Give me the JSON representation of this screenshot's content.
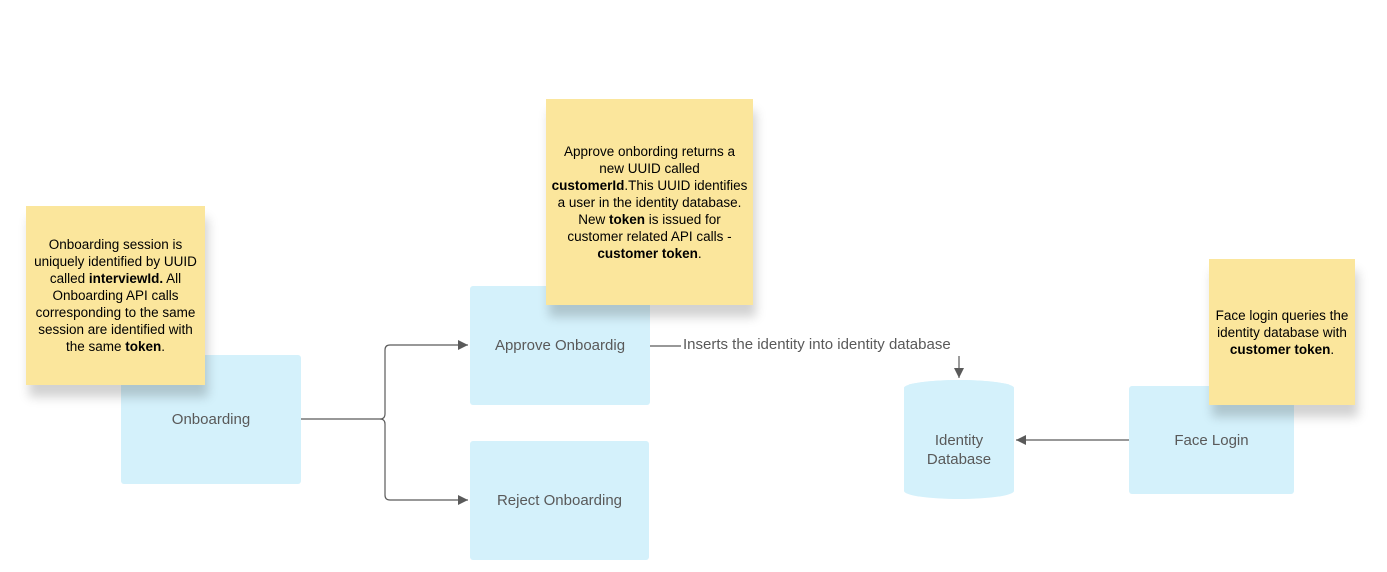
{
  "nodes": {
    "onboarding": "Onboarding",
    "approve": "Approve Onboardig",
    "reject": "Reject Onboarding",
    "database_line1": "Identity",
    "database_line2": "Database",
    "face_login": "Face Login"
  },
  "edge_label": "Inserts the identity into identity database",
  "notes": {
    "onboarding": [
      {
        "t": "Onboarding session is uniquely identified by UUID called "
      },
      {
        "t": "interviewId.",
        "b": true
      },
      {
        "t": " All Onboarding API calls corresponding to the same session are identified with the same "
      },
      {
        "t": "token",
        "b": true
      },
      {
        "t": "."
      }
    ],
    "approve": [
      {
        "t": "Approve onbording returns a new UUID called "
      },
      {
        "t": "customerId",
        "b": true
      },
      {
        "t": ".This UUID identifies a user in the identity database. New "
      },
      {
        "t": "token",
        "b": true
      },
      {
        "t": "  is issued for customer related API calls - "
      },
      {
        "t": "customer token",
        "b": true
      },
      {
        "t": "."
      }
    ],
    "face": [
      {
        "t": "Face login queries the identity database with "
      },
      {
        "t": "customer token",
        "b": true
      },
      {
        "t": "."
      }
    ]
  },
  "colors": {
    "process_fill": "#d4f1fb",
    "note_fill": "#fbe69c",
    "connector": "#5a5a5a"
  }
}
